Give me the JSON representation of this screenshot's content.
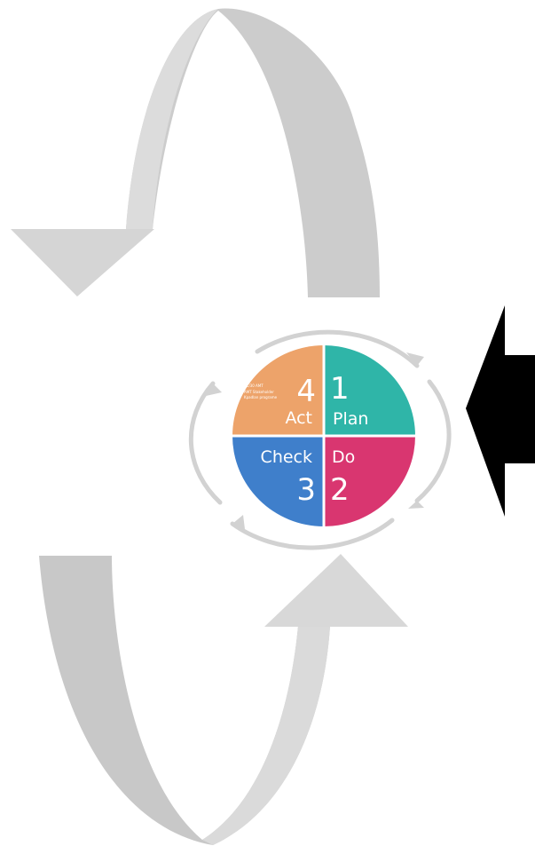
{
  "diagram": {
    "quadrants": {
      "plan": {
        "number": "1",
        "label": "Plan",
        "color": "#2fb5a8"
      },
      "do": {
        "number": "2",
        "label": "Do",
        "color": "#d93670"
      },
      "check": {
        "number": "3",
        "label": "Check",
        "color": "#3f7fcb"
      },
      "act": {
        "number": "4",
        "label": "Act",
        "color": "#eda36a",
        "note_title": "30L/30 AMT",
        "note_items": [
          "AMT Stakeholder",
          "Kpadlan programe"
        ]
      }
    },
    "colors": {
      "big_arrows": "#cccccc",
      "big_arrows_shade": "#d9d9d9",
      "input_arrow": "#000000",
      "ring_arrows": "#d2d2d2"
    }
  }
}
